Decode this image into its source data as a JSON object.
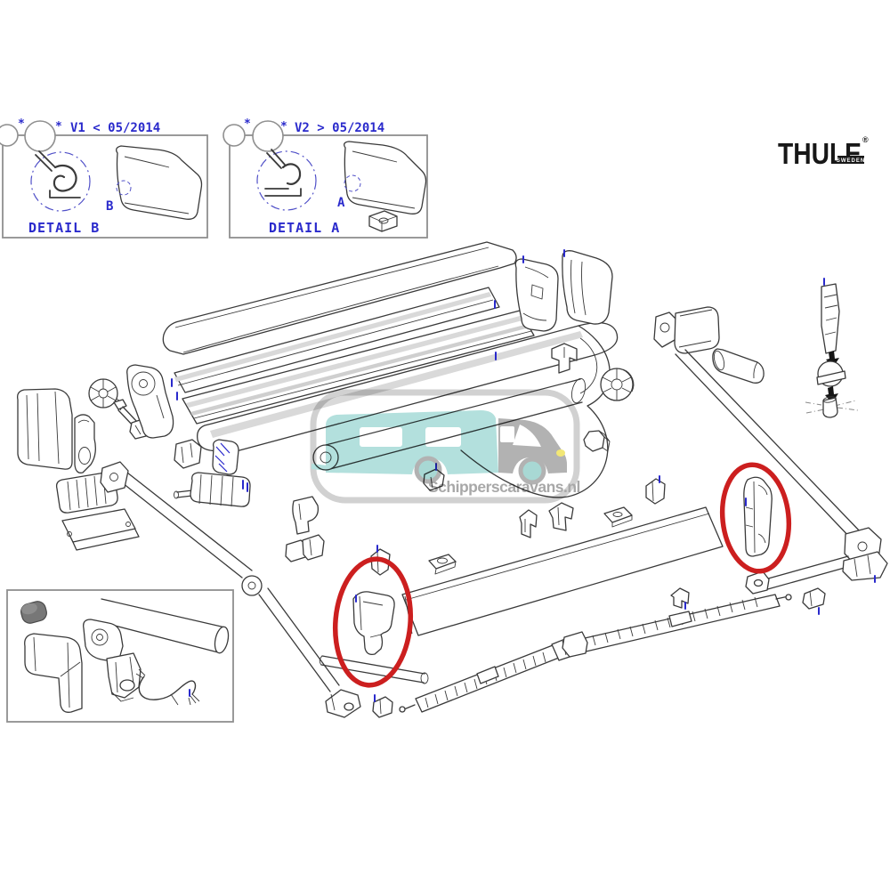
{
  "colors": {
    "line": "#3a3a3a",
    "blue": "#2a2acc",
    "red": "#cc1f1f",
    "box_border": "#8f8f8f",
    "shade": "#d9d9d9",
    "shade2": "#cfcfcf",
    "logo": "#171717",
    "teal": "#9ed8d3",
    "teal_dark": "#8fcdc8",
    "wm_gray": "#9c9c9c",
    "wm_border": "#c4c4c4",
    "wm_text": "#8f8f8f",
    "yellow": "#efe14e",
    "dark_cap": "#777777"
  },
  "logo": {
    "brand": "THULE",
    "registered": "®",
    "country": "SWEDEN"
  },
  "detail_boxes": [
    {
      "star1": "*",
      "star2": "*",
      "version_label": "V1 < 05/2014",
      "detail_label": "DETAIL B",
      "point_label": "B"
    },
    {
      "star1": "*",
      "star2": "*",
      "version_label": "V2 > 05/2014",
      "detail_label": "DETAIL A",
      "point_label": "A"
    }
  ],
  "watermark": {
    "site_text": "Schipperscaravans.nl"
  }
}
